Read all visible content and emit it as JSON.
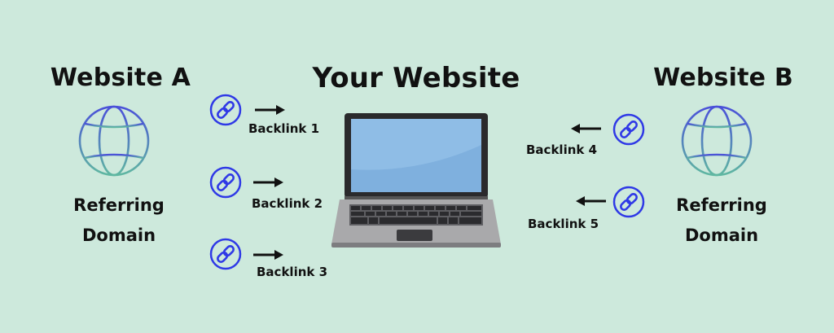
{
  "main_title": "Your Website",
  "site_a": {
    "title": "Website A",
    "label_line1": "Referring",
    "label_line2": "Domain",
    "icon": "globe-icon"
  },
  "site_b": {
    "title": "Website B",
    "label_line1": "Referring",
    "label_line2": "Domain",
    "icon": "globe-icon"
  },
  "backlinks": [
    {
      "label": "Backlink 1",
      "icon": "link-icon",
      "direction": "right"
    },
    {
      "label": "Backlink 2",
      "icon": "link-icon",
      "direction": "right"
    },
    {
      "label": "Backlink 3",
      "icon": "link-icon",
      "direction": "right"
    },
    {
      "label": "Backlink 4",
      "icon": "link-icon",
      "direction": "left"
    },
    {
      "label": "Backlink 5",
      "icon": "link-icon",
      "direction": "left"
    }
  ],
  "center_icon": "laptop-icon",
  "colors": {
    "background": "#cde9dc",
    "link_icon": "#2f39e6",
    "globe_top": "#4a4fd9",
    "globe_bottom": "#5fb7a1",
    "laptop_screen": "#8fbde6",
    "laptop_body": "#a9a9ab"
  }
}
